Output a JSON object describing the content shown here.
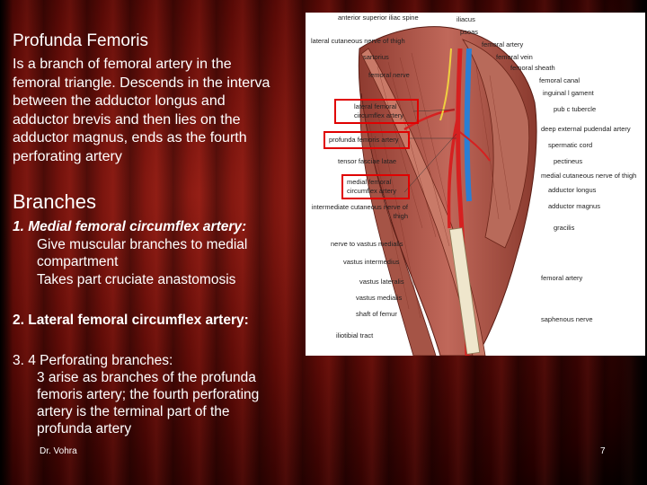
{
  "slide": {
    "title": "Profunda Femoris",
    "description_lines": [
      "Is a branch of femoral artery in the",
      "femoral triangle. Descends in the interva",
      "between the adductor longus and",
      "adductor brevis and then lies on the",
      "adductor magnus, ends as the fourth",
      "perforating artery"
    ],
    "branches_heading": "Branches",
    "branch1": {
      "lead": "1.  Medial femoral circumflex artery:",
      "lines": [
        "Give muscular branches to medial",
        "compartment",
        "Takes part cruciate anastomosis"
      ]
    },
    "branch2": {
      "lead": "2.  Lateral femoral circumflex artery:"
    },
    "branch3": {
      "lead": "3.  4 Perforating branches:",
      "lines": [
        "3 arise as branches of the profunda",
        "femoris artery; the fourth perforating",
        "artery is the terminal part of the",
        "profunda artery"
      ]
    },
    "footer_author": "Dr. Vohra",
    "page_number": "7"
  },
  "figure": {
    "labels": {
      "asis": "anterior superior iliac spine",
      "iliacus": "iliacus",
      "psoas": "psoas",
      "lcnt_top": "lateral cutaneous nerve of thigh",
      "femoral_artery_top": "femoral artery",
      "sartorius": "sartorius",
      "femoral_vein": "femoral vein",
      "femoral_nerve": "femoral nerve",
      "femoral_sheath": "femoral sheath",
      "femoral_canal": "femoral canal",
      "inguinal_ligament": "inguinal l gament",
      "lfca": "lateral femoral circumflex artery",
      "pubic_tubercle": "pub c tubercle",
      "profunda": "profunda femoris artery",
      "deep_ext_pudendal": "deep external pudendal artery",
      "spermatic_cord": "spermatic cord",
      "tfl": "tensor fasciae latae",
      "pectineus": "pectineus",
      "mfca": "medial femoral circumflex artery",
      "mcnt": "medial cutaneous nerve of thigh",
      "adductor_longus": "adductor longus",
      "icnt": "intermediate cutaneous nerve of thigh",
      "adductor_magnus": "adductor magnus",
      "gracilis": "gracilis",
      "nvm": "nerve to vastus medialis",
      "vastus_intermedius": "vastus intermedius",
      "femoral_artery_low": "femoral artery",
      "vastus_lateralis": "vastus lateralis",
      "vastus_medialis": "vastus medialis",
      "shaft_of_femur": "shaft of femur",
      "saphenous_nerve": "saphenous nerve",
      "iliotibial_tract": "iliotibial tract"
    },
    "colors": {
      "highlight_box": "#e00000",
      "artery": "#d62020",
      "vein": "#2a7fd4",
      "muscle": "#b5584a"
    }
  }
}
